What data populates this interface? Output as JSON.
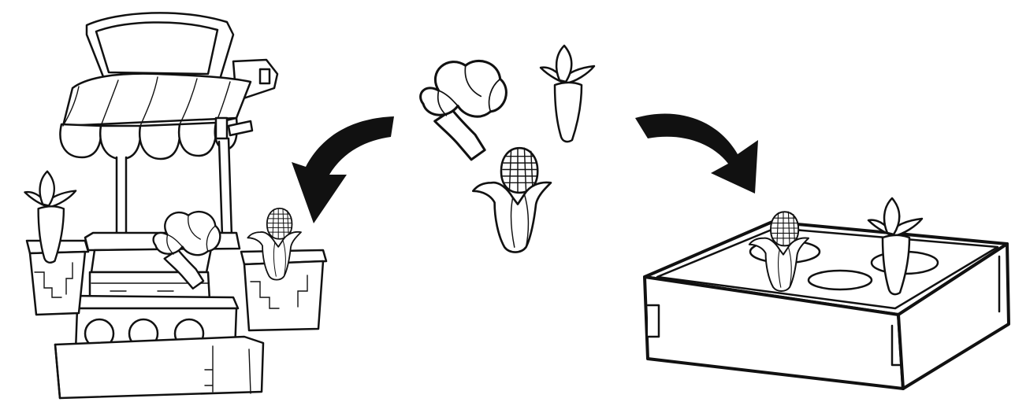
{
  "illustration": {
    "figures": [
      "market-stall",
      "vegetables",
      "garden-planter-box"
    ],
    "vegetables": [
      "broccoli",
      "carrot",
      "corn"
    ],
    "arrows": [
      {
        "name": "arrow-to-market-stall",
        "direction": "left"
      },
      {
        "name": "arrow-to-planter-box",
        "direction": "right"
      }
    ],
    "colors": {
      "line": "#111111",
      "fill": "#ffffff",
      "background": "#ffffff"
    }
  }
}
